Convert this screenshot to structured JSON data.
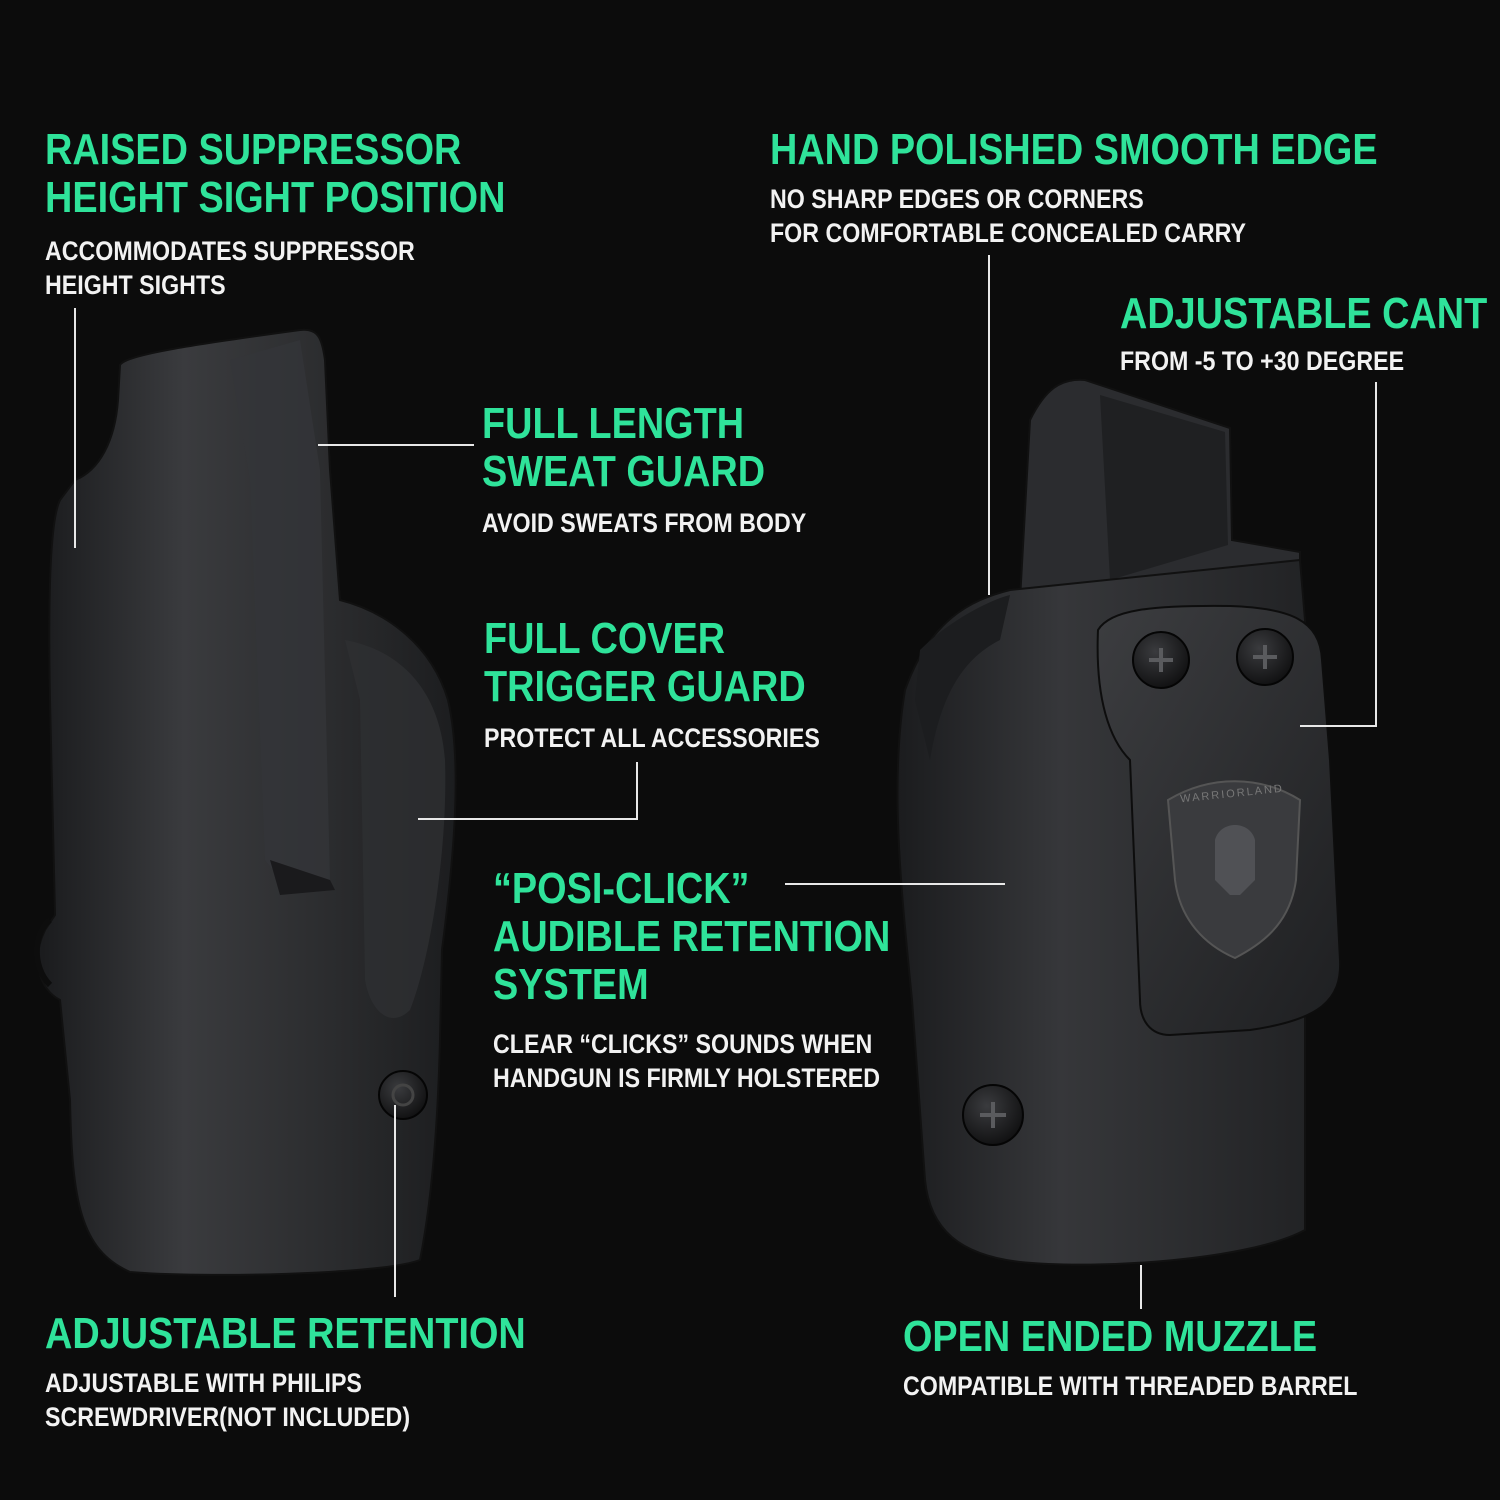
{
  "features": {
    "suppressor": {
      "title": [
        "RAISED SUPPRESSOR",
        "HEIGHT SIGHT POSITION"
      ],
      "desc": [
        "ACCOMMODATES SUPPRESSOR",
        "HEIGHT SIGHTS"
      ]
    },
    "edge": {
      "title": [
        "HAND POLISHED SMOOTH EDGE"
      ],
      "desc": [
        "NO SHARP EDGES OR CORNERS",
        "FOR COMFORTABLE CONCEALED CARRY"
      ]
    },
    "cant": {
      "title": [
        "ADJUSTABLE CANT"
      ],
      "desc": [
        "FROM -5 TO +30 DEGREE"
      ]
    },
    "sweat": {
      "title": [
        "FULL LENGTH",
        "SWEAT GUARD"
      ],
      "desc": [
        "AVOID SWEATS FROM BODY"
      ]
    },
    "trigger": {
      "title": [
        "FULL COVER",
        "TRIGGER GUARD"
      ],
      "desc": [
        "PROTECT ALL ACCESSORIES"
      ]
    },
    "posiclick": {
      "title": [
        "“POSI-CLICK”",
        "AUDIBLE RETENTION",
        "SYSTEM"
      ],
      "desc": [
        "CLEAR “CLICKS” SOUNDS WHEN",
        "HANDGUN IS FIRMLY HOLSTERED"
      ]
    },
    "retention": {
      "title": [
        "ADJUSTABLE RETENTION"
      ],
      "desc": [
        "ADJUSTABLE WITH PHILIPS",
        "SCREWDRIVER(NOT INCLUDED)"
      ]
    },
    "muzzle": {
      "title": [
        "OPEN ENDED MUZZLE"
      ],
      "desc": [
        "COMPATIBLE WITH THREADED BARREL"
      ]
    }
  },
  "logo_text": "WARRIORLAND",
  "colors": {
    "accent": "#2fe39a",
    "background": "#0c0c0c",
    "holster": "#2a2b2d",
    "text": "#f2f2f2"
  }
}
